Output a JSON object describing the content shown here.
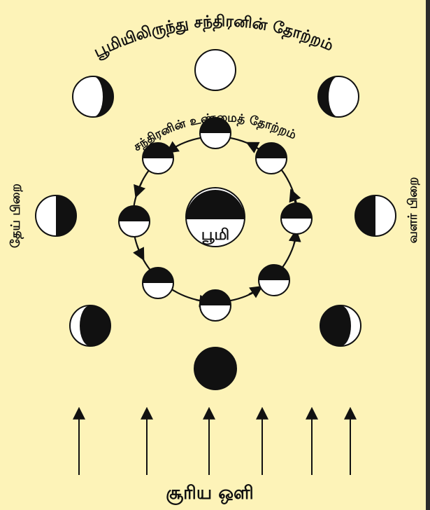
{
  "diagram": {
    "outer_title": "பூமியிலிருந்து சந்திரனின் தோற்றம்",
    "inner_title": "சந்திரனின் உண்மைத் தோற்றம்",
    "earth_label": "பூமி",
    "left_label": "தேய் பிறை",
    "right_label": "வளர் பிறை",
    "bottom_label": "சூரிய ஒளி",
    "colors": {
      "background": "#fdf3b8",
      "ink": "#111111",
      "light": "#ffffff"
    }
  }
}
